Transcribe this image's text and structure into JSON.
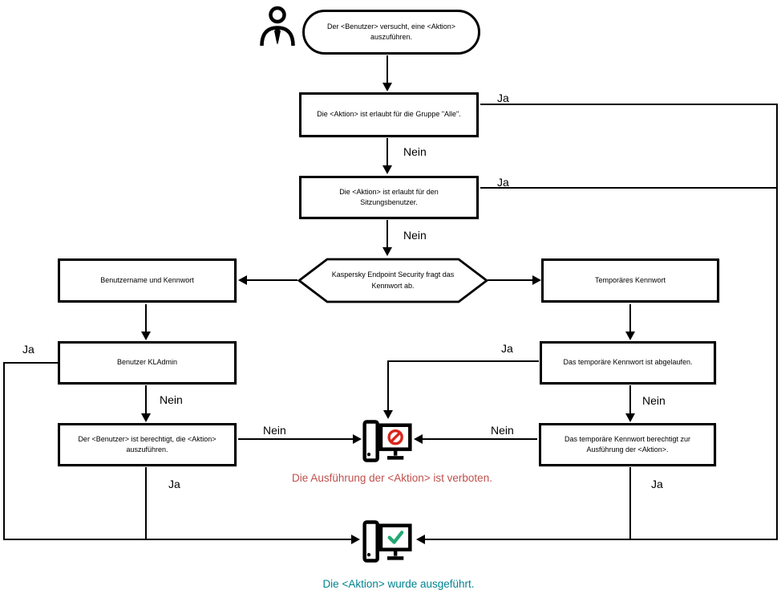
{
  "labels": {
    "ja": "Ja",
    "nein": "Nein"
  },
  "start": {
    "text": "Der <Benutzer> versucht, eine <Aktion> auszuführen."
  },
  "nodes": {
    "group_all": "Die <Aktion> ist erlaubt für die Gruppe \"Alle\".",
    "session_user": "Die <Aktion> ist erlaubt für den Sitzungsbenutzer.",
    "password_prompt": "Kaspersky Endpoint Security fragt das Kennwort ab.",
    "username_password": "Benutzername und Kennwort",
    "temporary_password": "Temporäres Kennwort",
    "kladmin_user": "Benutzer KLAdmin",
    "user_authorized": "Der <Benutzer> ist berechtigt, die <Aktion> auszuführen.",
    "temp_password_expired": "Das temporäre Kennwort ist abgelaufen.",
    "temp_password_authorizes": "Das temporäre Kennwort berechtigt zur Ausführung der <Aktion>."
  },
  "results": {
    "denied": "Die Ausführung der <Aktion> ist verboten.",
    "executed": "Die <Aktion> wurde ausgeführt."
  },
  "icons": {
    "person": "person-icon",
    "denied_computer": "computer-denied-icon",
    "success_computer": "computer-success-icon"
  },
  "colors": {
    "denied_text": "#c0504d",
    "executed_text": "#00838f",
    "prohibition_sign": "#d9261c",
    "check_mark": "#23a873",
    "line": "#000000"
  }
}
